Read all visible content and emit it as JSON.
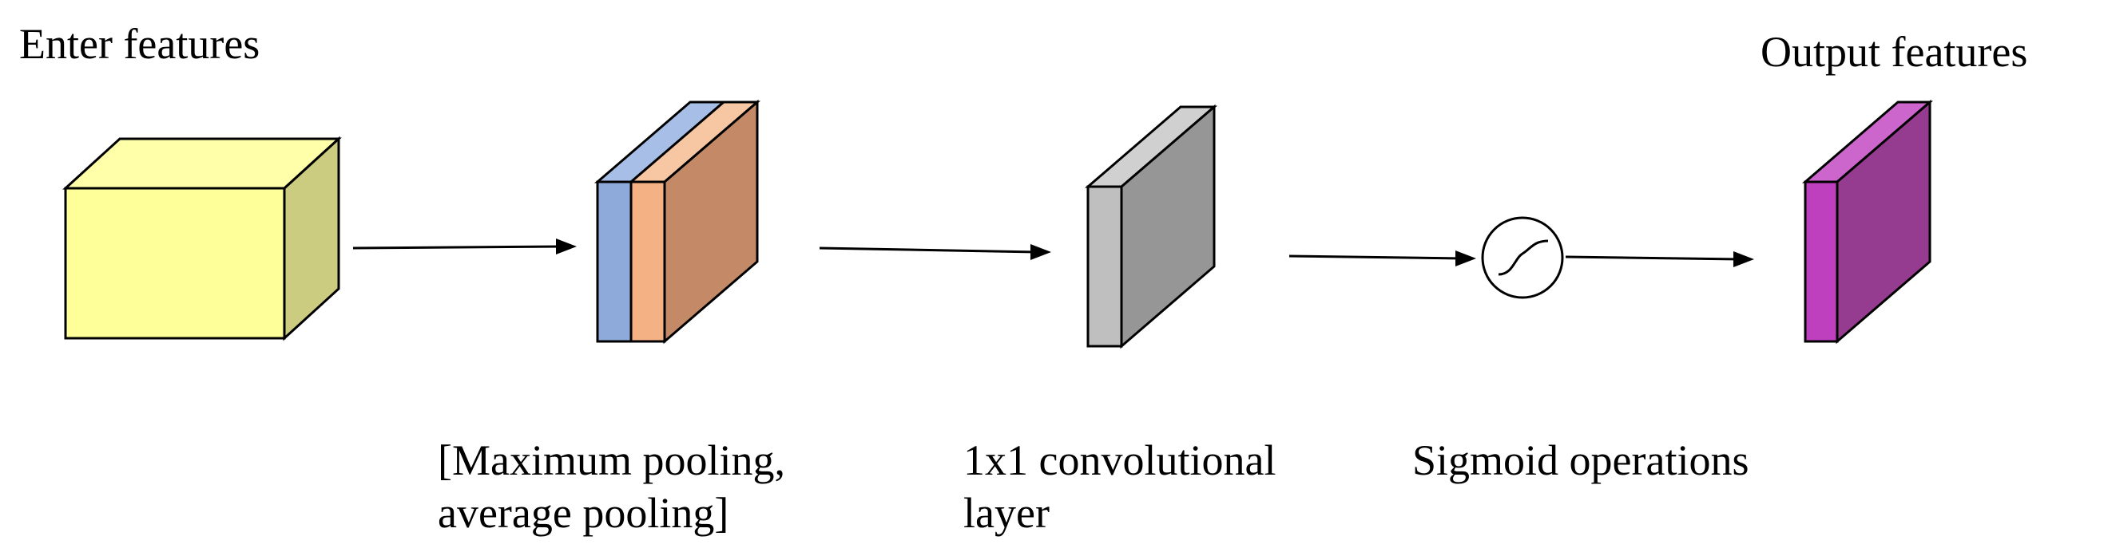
{
  "labels": {
    "input": "Enter features",
    "output": "Output features",
    "pooling": {
      "line1": "[Maximum pooling,",
      "line2": "average pooling]"
    },
    "conv": {
      "line1": "1x1 convolutional",
      "line2": "layer"
    },
    "sigmoid": "Sigmoid operations"
  },
  "colors": {
    "input_front": "#FFFF99",
    "input_top": "#FFFFAA",
    "input_side": "#CCCC80",
    "max_pool_front": "#8EAADB",
    "max_pool_top": "#A7BFE6",
    "avg_pool_front": "#F4B183",
    "avg_pool_top": "#F7C7A4",
    "avg_pool_side": "#C48A67",
    "conv_front": "#BFBFBF",
    "conv_top": "#D0D0D0",
    "conv_side": "#969696",
    "output_front": "#BF40BF",
    "output_top": "#CC66CC",
    "output_side": "#963C90",
    "arrow": "#000000"
  },
  "icons": {
    "sigmoid": "sigmoid-icon"
  }
}
